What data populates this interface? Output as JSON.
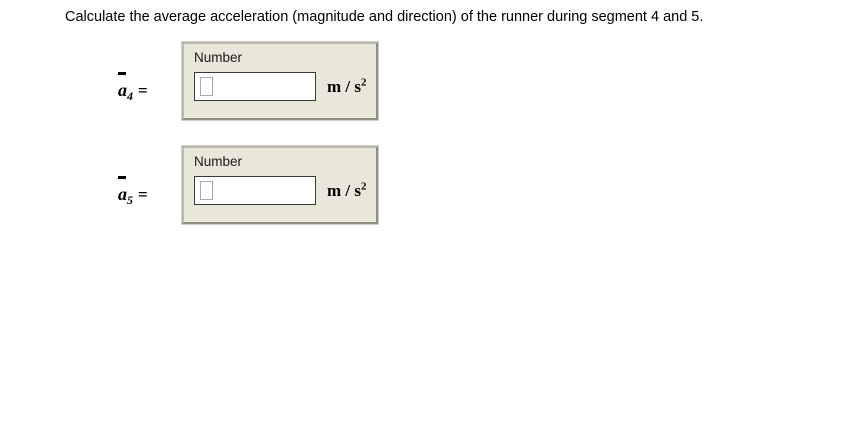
{
  "question": {
    "text": "Calculate the average acceleration (magnitude and direction) of the runner during segment 4 and 5."
  },
  "answers": [
    {
      "id": "a4",
      "variable": "a",
      "subscript": "4",
      "equals": "=",
      "overbar": true,
      "caption": "Number",
      "input_value": "",
      "input_placeholder": "",
      "unit_main": "m / s",
      "unit_exponent": "2"
    },
    {
      "id": "a5",
      "variable": "a",
      "subscript": "5",
      "equals": "=",
      "overbar": true,
      "caption": "Number",
      "input_value": "",
      "input_placeholder": "",
      "unit_main": "m / s",
      "unit_exponent": "2"
    }
  ],
  "colors": {
    "page_background": "#ffffff",
    "panel_fill": "#e9e7da",
    "panel_border_light": "#b9b9b0",
    "panel_border_dark": "#8e8e86",
    "input_border": "#3a3a38",
    "placeholder_border": "#a9a9a9",
    "text": "#000000"
  }
}
